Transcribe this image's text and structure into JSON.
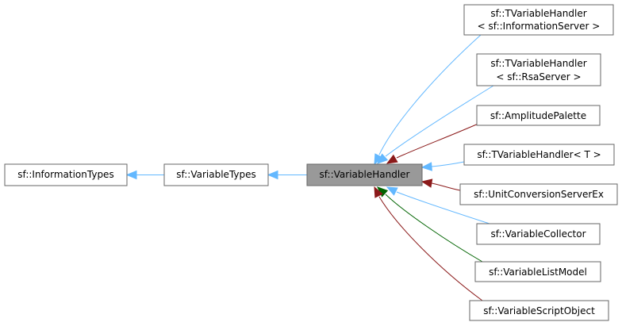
{
  "colors": {
    "public_inheritance": "#63b8ff",
    "protected_inheritance": "#006400",
    "private_inheritance": "#8b1a1a",
    "node_border": "#666666",
    "focus_fill": "#999999"
  },
  "nodes": {
    "information_types": {
      "lines": [
        "sf::InformationTypes"
      ]
    },
    "variable_types": {
      "lines": [
        "sf::VariableTypes"
      ]
    },
    "variable_handler": {
      "lines": [
        "sf::VariableHandler"
      ]
    },
    "tvh_information_server": {
      "lines": [
        "sf::TVariableHandler",
        "< sf::InformationServer >"
      ]
    },
    "tvh_rsa_server": {
      "lines": [
        "sf::TVariableHandler",
        "< sf::RsaServer >"
      ]
    },
    "amplitude_palette": {
      "lines": [
        "sf::AmplitudePalette"
      ]
    },
    "tvh_t": {
      "lines": [
        "sf::TVariableHandler< T >"
      ]
    },
    "unit_conversion": {
      "lines": [
        "sf::UnitConversionServerEx"
      ]
    },
    "variable_collector": {
      "lines": [
        "sf::VariableCollector"
      ]
    },
    "variable_list_model": {
      "lines": [
        "sf::VariableListModel"
      ]
    },
    "variable_script_object": {
      "lines": [
        "sf::VariableScriptObject"
      ]
    }
  },
  "edges": [
    {
      "from": "variable_types",
      "to": "information_types",
      "kind": "public_inheritance"
    },
    {
      "from": "variable_handler",
      "to": "variable_types",
      "kind": "public_inheritance"
    },
    {
      "from": "tvh_information_server",
      "to": "variable_handler",
      "kind": "public_inheritance"
    },
    {
      "from": "tvh_rsa_server",
      "to": "variable_handler",
      "kind": "public_inheritance"
    },
    {
      "from": "amplitude_palette",
      "to": "variable_handler",
      "kind": "private_inheritance"
    },
    {
      "from": "tvh_t",
      "to": "variable_handler",
      "kind": "public_inheritance"
    },
    {
      "from": "unit_conversion",
      "to": "variable_handler",
      "kind": "private_inheritance"
    },
    {
      "from": "variable_collector",
      "to": "variable_handler",
      "kind": "public_inheritance"
    },
    {
      "from": "variable_list_model",
      "to": "variable_handler",
      "kind": "protected_inheritance"
    },
    {
      "from": "variable_script_object",
      "to": "variable_handler",
      "kind": "private_inheritance"
    }
  ]
}
